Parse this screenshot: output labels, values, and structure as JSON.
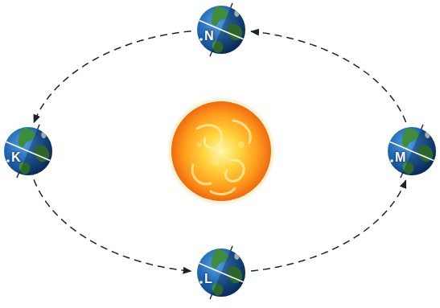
{
  "diagram": {
    "nodes": [
      {
        "text": [
          "N"
        ]
      },
      {
        "text": [
          "K"
        ]
      },
      {
        "text": [
          "M"
        ]
      },
      {
        "text": [
          "L"
        ]
      }
    ],
    "edges": [
      {
        "from": 1,
        "to": 3,
        "arrow": "to"
      },
      {
        "from": 3,
        "to": 2,
        "arrow": "to"
      },
      {
        "from": 2,
        "to": 0,
        "arrow": "to"
      },
      {
        "from": 0,
        "to": 1,
        "arrow": "to"
      }
    ]
  }
}
